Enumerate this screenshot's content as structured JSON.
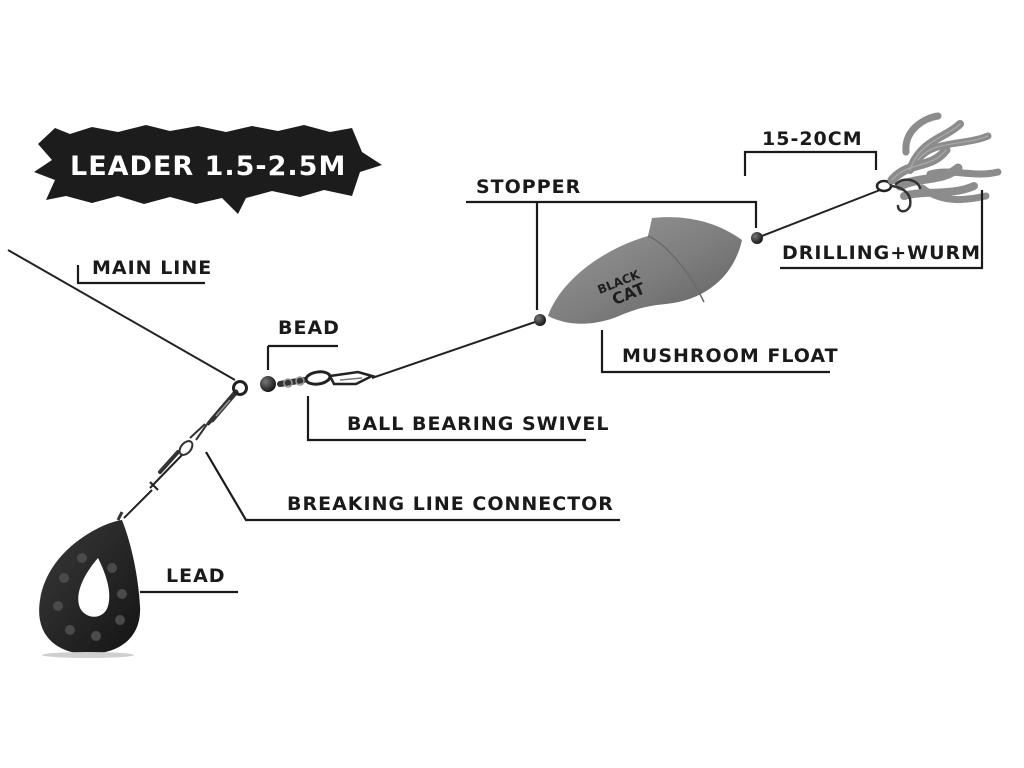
{
  "banner": {
    "text": "LEADER 1.5-2.5M"
  },
  "labels": {
    "main_line": "MAIN LINE",
    "bead": "BEAD",
    "ball_bearing_swivel": "BALL BEARING SWIVEL",
    "breaking_line_connector": "BREAKING LINE CONNECTOR",
    "lead": "LEAD",
    "stopper": "STOPPER",
    "mushroom_float": "MUSHROOM FLOAT",
    "length": "15-20CM",
    "drilling_wurm": "DRILLING+WURM"
  },
  "logo": {
    "line1": "BLACK",
    "line2": "CAT"
  },
  "colors": {
    "banner": "#1c1c1c",
    "float": "#7d7d7d",
    "lead_weight": "#1e1e1e",
    "worm": "#8c8c8c"
  }
}
